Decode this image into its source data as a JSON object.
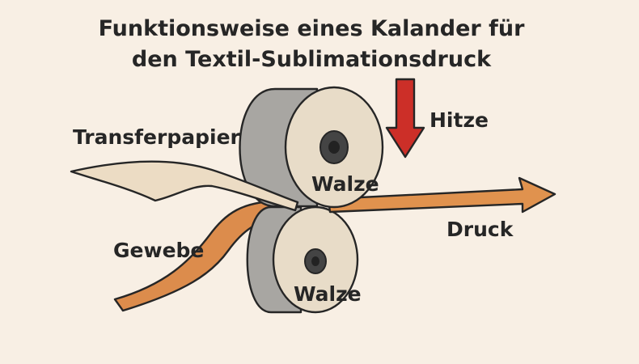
{
  "title": {
    "line1": "Funktionsweise eines Kalander für",
    "line2": "den Textil-Sublimationsdruck"
  },
  "labels": {
    "transferpapier": "Transferpapier",
    "gewebe": "Gewebe",
    "walze_top": "Walze",
    "walze_bottom": "Walze",
    "hitze": "Hitze",
    "druck": "Druck"
  },
  "colors": {
    "background": "#f8efe4",
    "paper": "#ecdcc4",
    "fabric": "#dc8c4c",
    "roller_face": "#e8dcc8",
    "roller_side": "#a8a6a2",
    "heat_arrow": "#cc2f28",
    "pressure_arrow": "#e0924e",
    "outline": "#262626"
  }
}
